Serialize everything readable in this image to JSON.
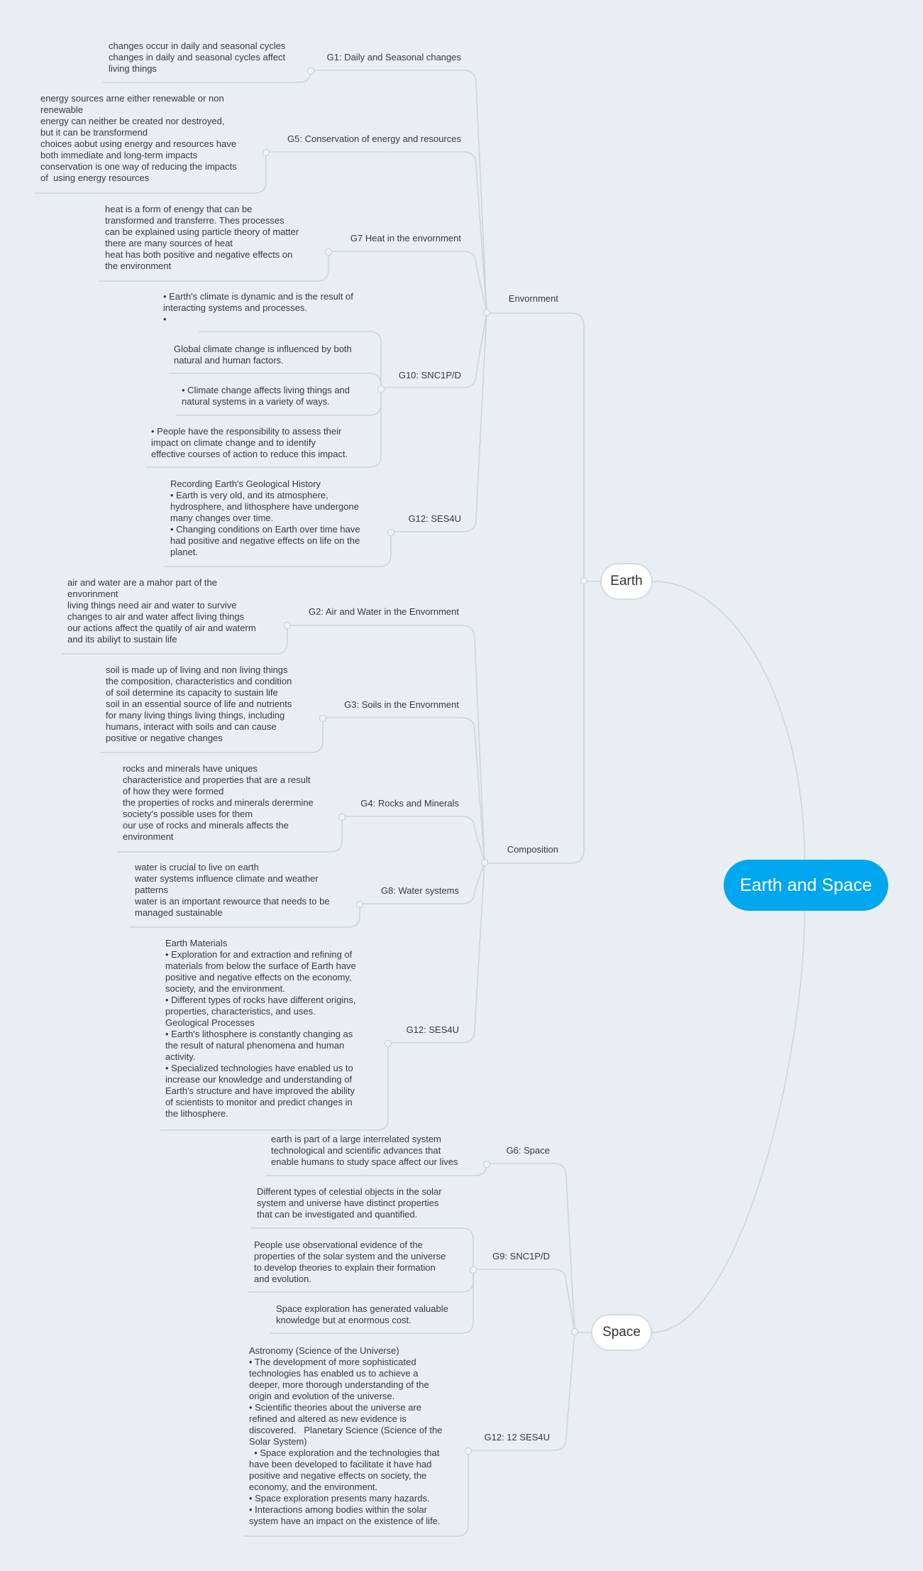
{
  "map": {
    "root": "Earth and Space",
    "earth": {
      "label": "Earth",
      "envornment": {
        "label": "Envornment",
        "g1": {
          "label": "G1: Daily and Seasonal changes",
          "text": "changes occur in daily and seasonal cycles\nchanges in daily and seasonal cycles affect\nliving things"
        },
        "g5": {
          "label": "G5: Conservation of energy and resources",
          "text": "energy sources arne either renewable or non\nrenewable\nenergy can neither be created nor destroyed,\nbut it can be transformend\nchoices aobut using energy and resources have\nboth immediate and long-term impacts\nconservation is one way of reducing the impacts\nof  using energy resources"
        },
        "g7": {
          "label": "G7 Heat in the envornment",
          "text": "heat is a form of enengy that can be\ntransformed and transferre. Thes processes\ncan be explained using particle theory of matter\nthere are many sources of heat\nheat has both positive and negative effects on\nthe environment"
        },
        "g10": {
          "label": "G10: SNC1P/D",
          "items": [
            "• Earth's climate is dynamic and is the result of\ninteracting systems and processes.\n•",
            "Global climate change is influenced by both\nnatural and human factors.",
            "• Climate change affects living things and\nnatural systems in a variety of ways.",
            "• People have the responsibility to assess their\nimpact on climate change and to identify\neffective courses of action to reduce this impact."
          ]
        },
        "g12": {
          "label": "G12: SES4U",
          "text": "Recording Earth's Geological History\n• Earth is very old, and its atmosphere,\nhydrosphere, and lithosphere have undergone\nmany changes over time.\n• Changing conditions on Earth over time have\nhad positive and negative effects on life on the\nplanet."
        }
      },
      "composition": {
        "label": "Composition",
        "g2": {
          "label": "G2: Air and Water in the Envornment",
          "text": "air and water are a mahor part of the\nenvorinment\nliving things need air and water to survive\nchanges to air and water affect living things\nour actions affect the quatily of air and waterm\nand its abiliyt to sustain life"
        },
        "g3": {
          "label": "G3: Soils in the Envornment",
          "text": "soil is made up of living and non living things\nthe composition, characteristics and condition\nof soil determine its capacity to sustain life\nsoil in an essential source of life and nutrients\nfor many living things living things, including\nhumans, interact with soils and can cause\npositive or negative changes"
        },
        "g4": {
          "label": "G4: Rocks and Minerals",
          "text": "rocks and minerals have uniques\ncharacteristice and properties that are a result\nof how they were formed\nthe properties of rocks and minerals derermine\nsociety's possible uses for them\nour use of rocks and minerals affects the\nenvironment"
        },
        "g8": {
          "label": "G8: Water systems",
          "text": "water is crucial to live on earth\nwater systems influence climate and weather\npatterns\nwater is an important rewource that needs to be\nmanaged sustainable"
        },
        "g12": {
          "label": "G12: SES4U",
          "text": "Earth Materials\n• Exploration for and extraction and refining of\nmaterials from below the surface of Earth have\npositive and negative effects on the economy,\nsociety, and the environment.\n• Different types of rocks have different origins,\nproperties, characteristics, and uses.\nGeological Processes\n• Earth's lithosphere is constantly changing as\nthe result of natural phenomena and human\nactivity.\n• Specialized technologies have enabled us to\nincrease our knowledge and understanding of\nEarth's structure and have improved the ability\nof scientists to monitor and predict changes in\nthe lithosphere."
        }
      }
    },
    "space": {
      "label": "Space",
      "g6": {
        "label": "G6: Space",
        "text": "earth is part of a large interrelated system\ntechnological and scientific advances that\nenable humans to study space affect our lives"
      },
      "g9": {
        "label": "G9: SNC1P/D",
        "items": [
          "Different types of celestial objects in the solar\nsystem and universe have distinct properties\nthat can be investigated and quantified.",
          "People use observational evidence of the\nproperties of the solar system and the universe\nto develop theories to explain their formation\nand evolution.",
          "Space exploration has generated valuable\nknowledge but at enormous cost."
        ]
      },
      "g12": {
        "label": "G12: 12 SES4U",
        "text": "Astronomy (Science of the Universe)\n• The development of more sophisticated\ntechnologies has enabled us to achieve a\ndeeper, more thorough understanding of the\norigin and evolution of the universe.\n• Scientific theories about the universe are\nrefined and altered as new evidence is\ndiscovered.   Planetary Science (Science of the\nSolar System)\n  • Space exploration and the technologies that\nhave been developed to facilitate it have had\npositive and negative effects on society, the\neconomy, and the environment.\n• Space exploration presents many hazards.\n• Interactions among bodies within the solar\nsystem have an impact on the existence of life."
      }
    }
  }
}
